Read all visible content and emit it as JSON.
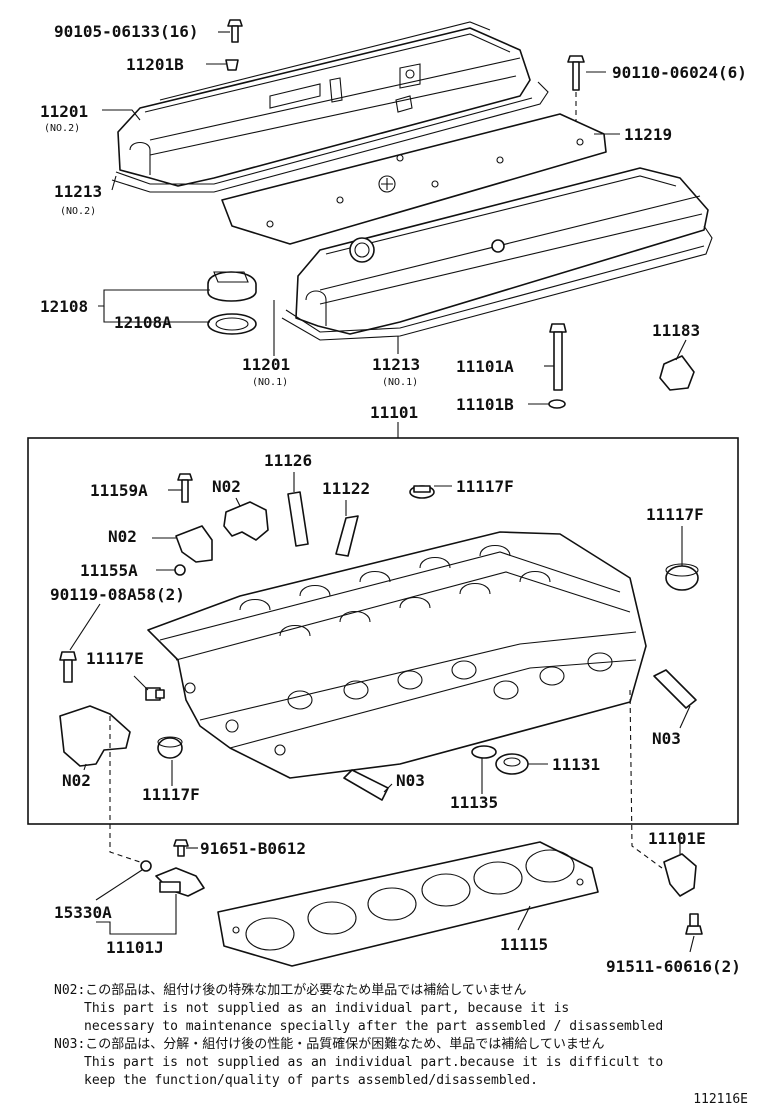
{
  "labels": {
    "p90105": "90105-06133(16)",
    "p11201b": "11201B",
    "p11201_2": "11201",
    "p11201_2_sub": "(NO.2)",
    "p11213_2": "11213",
    "p11213_2_sub": "(NO.2)",
    "p90110": "90110-06024(6)",
    "p11219": "11219",
    "p12108": "12108",
    "p12108a": "12108A",
    "p11201_1": "11201",
    "p11201_1_sub": "(NO.1)",
    "p11213_1": "11213",
    "p11213_1_sub": "(NO.1)",
    "p11101a": "11101A",
    "p11101b": "11101B",
    "p11183": "11183",
    "p11101": "11101",
    "p11126": "11126",
    "p11159a": "11159A",
    "p_n02_a": "N02",
    "p11122": "11122",
    "p11117f_a": "11117F",
    "p11117f_b": "11117F",
    "p_n02_b": "N02",
    "p11155a": "11155A",
    "p90119": "90119-08A58(2)",
    "p11117e": "11117E",
    "p_n03_a": "N03",
    "p_n02_c": "N02",
    "p11117f_c": "11117F",
    "p_n03_b": "N03",
    "p11131": "11131",
    "p11135": "11135",
    "p91651": "91651-B0612",
    "p11101e": "11101E",
    "p15330a": "15330A",
    "p11101j": "11101J",
    "p11115": "11115",
    "p91511": "91511-60616(2)"
  },
  "notes": {
    "n02_jp": "N02:この部品は、組付け後の特殊な加工が必要なため単品では補給していません",
    "n02_en1": "This part is not supplied as an individual part, because it is",
    "n02_en2": "necessary to maintenance specially after the part assembled / disassembled",
    "n03_jp": "N03:この部品は、分解・組付け後の性能・品質確保が困難なため、単品では補給していません",
    "n03_en1": "This part is not supplied as an individual part.because it is difficult to",
    "n03_en2": "keep the function/quality of parts assembled/disassembled."
  },
  "reference": "112116E"
}
